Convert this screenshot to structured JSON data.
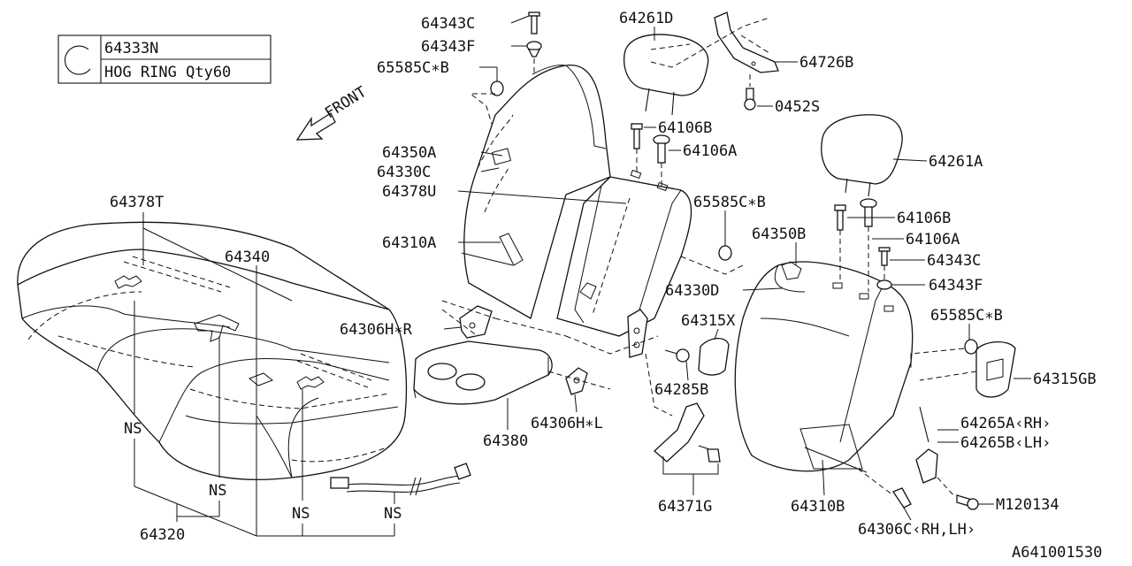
{
  "legend": {
    "part_no": "64333N",
    "description": "HOG RING Qty60"
  },
  "front_label": "FRONT",
  "drawing_no": "A641001530",
  "labels": {
    "p64343C_top": "64343C",
    "p64343F_top": "64343F",
    "p65585C_top": "65585C∗B",
    "p64261D": "64261D",
    "p64726B": "64726B",
    "p0452S": "0452S",
    "p64106B_top": "64106B",
    "p64106A_top": "64106A",
    "p64350A": "64350A",
    "p64330C": "64330C",
    "p64378U": "64378U",
    "p64261A": "64261A",
    "p65585C_mid": "65585C∗B",
    "p64378T": "64378T",
    "p64340": "64340",
    "p64310A": "64310A",
    "p64106B_r": "64106B",
    "p64350B": "64350B",
    "p64106A_r": "64106A",
    "p64343C_r": "64343C",
    "p64330D": "64330D",
    "p64343F_r": "64343F",
    "p64306HR": "64306H∗R",
    "p64315X": "64315X",
    "p65585C_r": "65585C∗B",
    "p64315GB": "64315GB",
    "p64285B": "64285B",
    "p64265A": "64265A‹RH›",
    "p64265B": "64265B‹LH›",
    "p64380": "64380",
    "p64306HL": "64306H∗L",
    "p64371G": "64371G",
    "p64310B": "64310B",
    "pM120134": "M120134",
    "p64306C": "64306C‹RH,LH›",
    "p64320": "64320",
    "ns1": "NS",
    "ns2": "NS",
    "ns3": "NS",
    "ns4": "NS"
  }
}
